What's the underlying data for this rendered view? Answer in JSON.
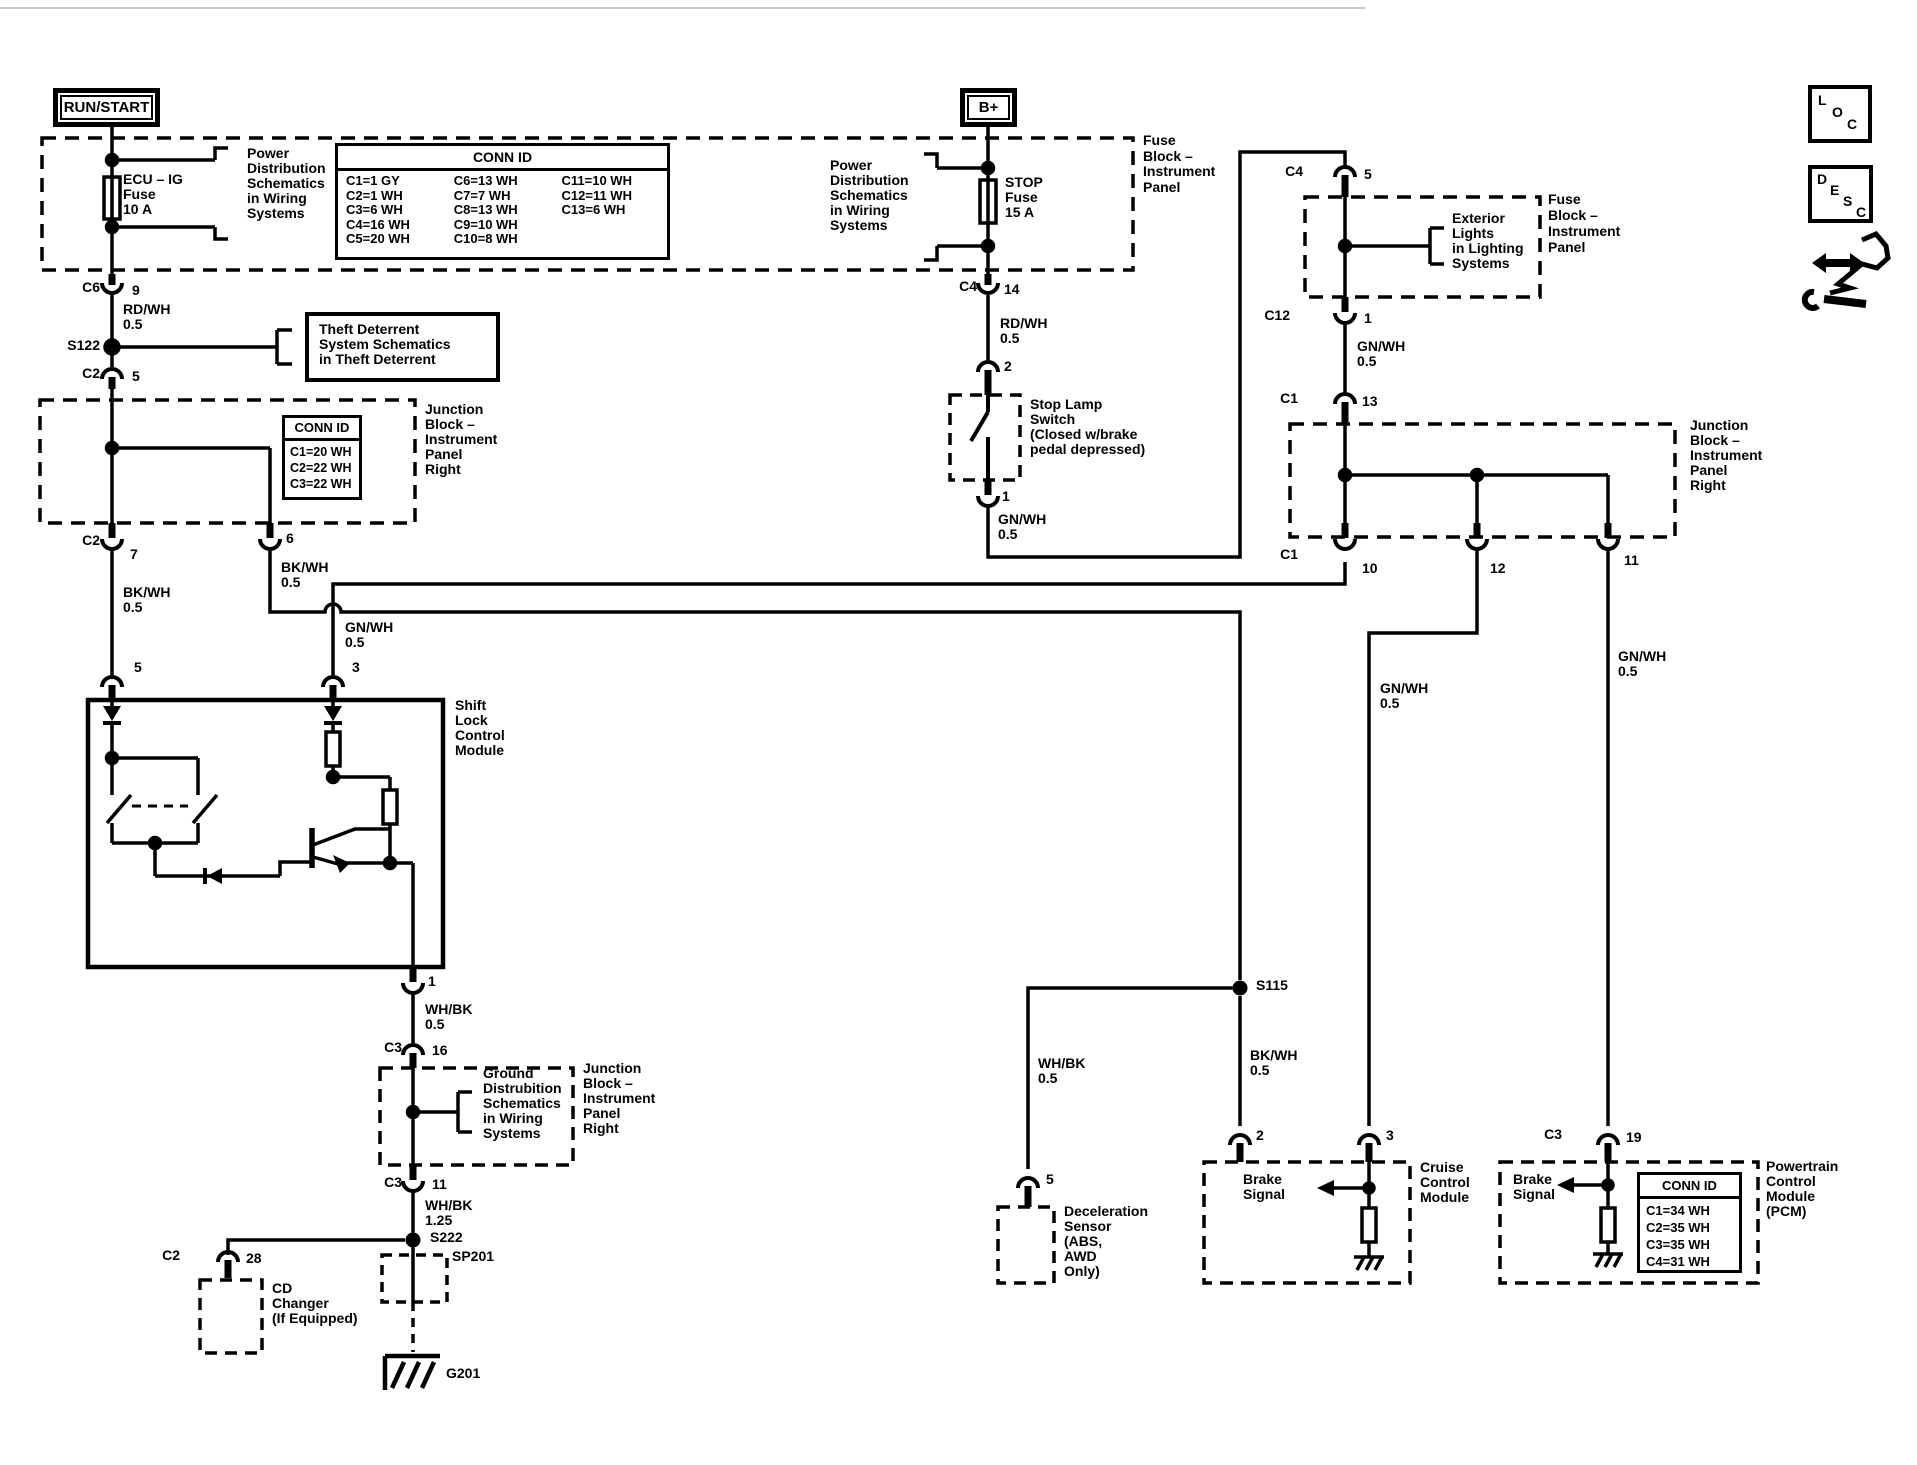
{
  "meta": {
    "background": "#ffffff",
    "line_color": "#000000",
    "artifact_gray": "#c8c8c8"
  },
  "top_left": {
    "run_start": "RUN/START",
    "ecu_fuse": [
      "ECU – IG",
      "Fuse",
      "10 A"
    ],
    "power_dist": [
      "Power",
      "Distribution",
      "Schematics",
      "in Wiring",
      "Systems"
    ],
    "conn_id": {
      "title": "CONN ID",
      "col1": [
        "C1=1 GY",
        "C2=1 WH",
        "C3=6 WH",
        "C4=16 WH",
        "C5=20 WH"
      ],
      "col2": [
        "C6=13 WH",
        "C7=7 WH",
        "C8=13 WH",
        "C9=10 WH",
        "C10=8 WH"
      ],
      "col3": [
        "C11=10 WH",
        "C12=11 WH",
        "C13=6 WH"
      ]
    },
    "c6": "C6",
    "c6_pin": "9",
    "wire_rdwh": [
      "RD/WH",
      "0.5"
    ],
    "s122": "S122",
    "theft": [
      "Theft Deterrent",
      "System Schematics",
      "in Theft Deterrent"
    ],
    "c2": "C2",
    "c2_pin": "5"
  },
  "junction_left": {
    "conn_id": {
      "title": "CONN ID",
      "rows": [
        "C1=20 WH",
        "C2=22 WH",
        "C3=22 WH"
      ]
    },
    "label": [
      "Junction",
      "Block –",
      "Instrument",
      "Panel",
      "Right"
    ],
    "c2": "C2",
    "pin7": "7",
    "pin6": "6",
    "wire_bkwh_l": [
      "BK/WH",
      "0.5"
    ],
    "wire_bkwh_r": [
      "BK/WH",
      "0.5"
    ],
    "pin5": "5",
    "wire_gnwh": [
      "GN/WH",
      "0.5"
    ],
    "pin3": "3"
  },
  "shift_lock": {
    "label": [
      "Shift",
      "Lock",
      "Control",
      "Module"
    ],
    "pin1": "1",
    "wire_whbk": [
      "WH/BK",
      "0.5"
    ]
  },
  "ground_dist": {
    "c3": "C3",
    "pin16": "16",
    "text": [
      "Ground",
      "Distrubition",
      "Schematics",
      "in Wiring",
      "Systems"
    ],
    "label": [
      "Junction",
      "Block –",
      "Instrument",
      "Panel",
      "Right"
    ],
    "c3b": "C3",
    "pin11": "11",
    "wire": [
      "WH/BK",
      "1.25"
    ]
  },
  "bottom_left": {
    "s222": "S222",
    "c2": "C2",
    "pin28": "28",
    "cd": [
      "CD",
      "Changer",
      "(If Equipped)"
    ],
    "sp201": "SP201",
    "g201": "G201"
  },
  "center": {
    "bplus": "B+",
    "stop_fuse": [
      "STOP",
      "Fuse",
      "15 A"
    ],
    "power_dist": [
      "Power",
      "Distribution",
      "Schematics",
      "in Wiring",
      "Systems"
    ],
    "fuse_block": [
      "Fuse",
      "Block –",
      "Instrument",
      "Panel"
    ],
    "c4": "C4",
    "pin14": "14",
    "wire_rdwh": [
      "RD/WH",
      "0.5"
    ],
    "pin2": "2",
    "switch": [
      "Stop Lamp",
      "Switch",
      "(Closed w/brake",
      "pedal depressed)"
    ],
    "pin1": "1",
    "wire_gnwh": [
      "GN/WH",
      "0.5"
    ]
  },
  "right_top": {
    "c4": "C4",
    "pin5": "5",
    "ext_lights": [
      "Exterior",
      "Lights",
      "in Lighting",
      "Systems"
    ],
    "fuse_block": [
      "Fuse",
      "Block –",
      "Instrument",
      "Panel"
    ],
    "c12": "C12",
    "pin1": "1",
    "wire_gnwh": [
      "GN/WH",
      "0.5"
    ],
    "c1": "C1",
    "pin13": "13"
  },
  "junction_right": {
    "label": [
      "Junction",
      "Block –",
      "Instrument",
      "Panel",
      "Right"
    ],
    "c1": "C1",
    "pin10": "10",
    "pin12": "12",
    "pin11": "11",
    "wire12": [
      "GN/WH",
      "0.5"
    ],
    "wire11": [
      "GN/WH",
      "0.5"
    ]
  },
  "s115": {
    "label": "S115",
    "wire_whbk": [
      "WH/BK",
      "0.5"
    ],
    "wire_bkwh": [
      "BK/WH",
      "0.5"
    ]
  },
  "decel": {
    "pin5": "5",
    "text": [
      "Deceleration",
      "Sensor",
      "(ABS,",
      "AWD",
      "Only)"
    ]
  },
  "cruise": {
    "pin2": "2",
    "pin3": "3",
    "brake": [
      "Brake",
      "Signal"
    ],
    "label": [
      "Cruise",
      "Control",
      "Module"
    ]
  },
  "pcm": {
    "c3": "C3",
    "pin19": "19",
    "brake": [
      "Brake",
      "Signal"
    ],
    "conn_id": {
      "title": "CONN ID",
      "rows": [
        "C1=34 WH",
        "C2=35 WH",
        "C3=35 WH",
        "C4=31 WH"
      ]
    },
    "label": [
      "Powertrain",
      "Control",
      "Module",
      "(PCM)"
    ]
  },
  "icons": {
    "loc": [
      "L",
      "O",
      "C"
    ],
    "desc": [
      "D",
      "E",
      "S",
      "C"
    ]
  }
}
